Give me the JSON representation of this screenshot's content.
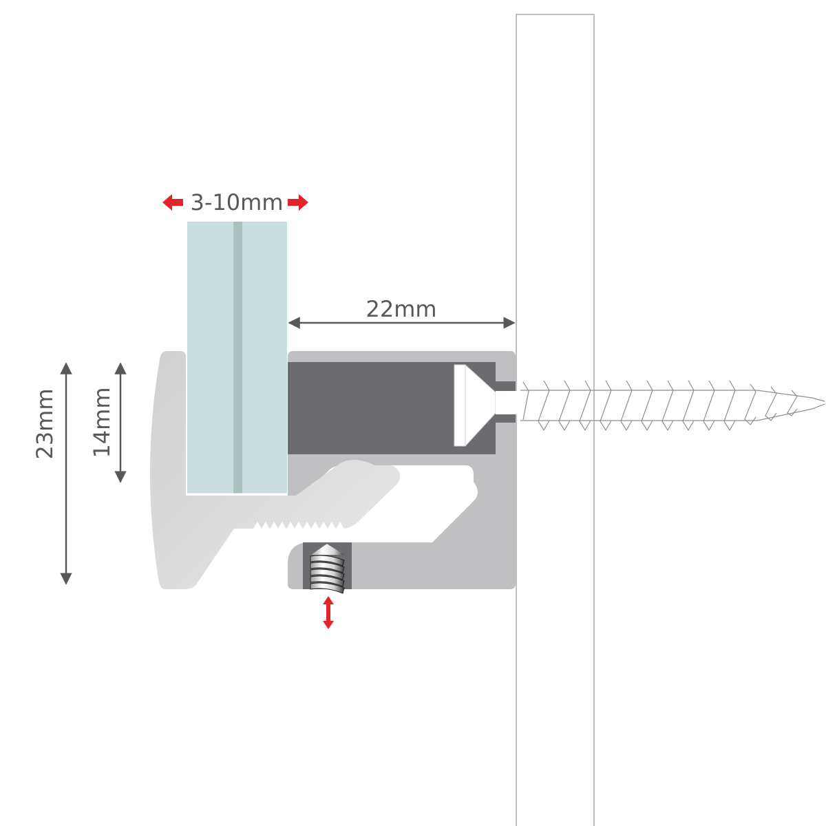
{
  "diagram": {
    "title": "Glass clamp wall mount cross-section",
    "dimensions": {
      "glass_thickness": "3-10mm",
      "wall_offset": "22mm",
      "clamp_height": "23mm",
      "glass_insert_depth": "14mm"
    },
    "components": {
      "glass_panel": "glass-panel",
      "clamp_jaw": "clamp-jaw",
      "clamp_body": "clamp-body",
      "wall_screw": "wall-screw",
      "set_screw": "grub-screw",
      "wall": "wall"
    },
    "colors": {
      "glass": "#c8dedf",
      "glass_core": "#a9c2bf",
      "body": "#c0c0c2",
      "cavity": "#6c6c70",
      "jaw_light": "#ececec",
      "jaw_dark": "#c9c9c9",
      "arrow_red": "#e3222a",
      "dim_gray": "#58585a",
      "wall_stroke": "#a8a8a8"
    }
  }
}
